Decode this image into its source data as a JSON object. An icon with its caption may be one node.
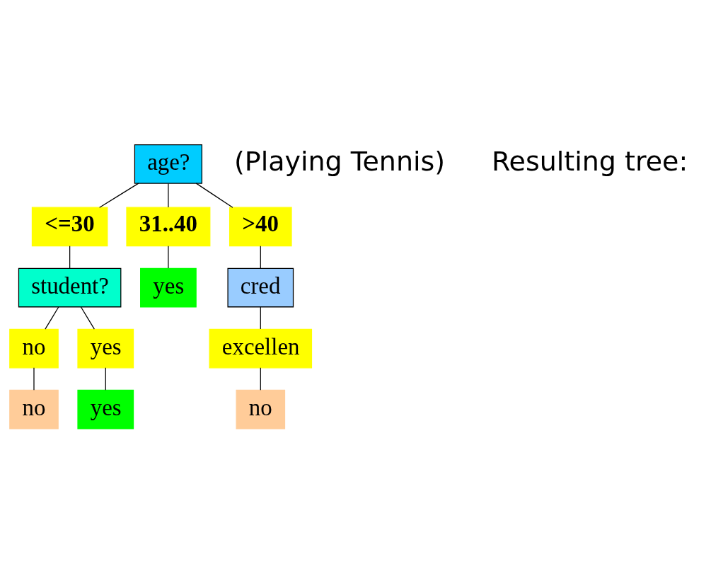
{
  "diagram": {
    "nodes": [
      {
        "text": [
          "age?"
        ]
      },
      {
        "text": [
          "<=30"
        ]
      },
      {
        "text": [
          "31..40"
        ]
      },
      {
        "text": [
          ">40"
        ]
      },
      {
        "text": [
          "student?"
        ]
      },
      {
        "text": [
          "yes"
        ]
      },
      {
        "text": [
          "cred"
        ]
      },
      {
        "text": [
          "no"
        ]
      },
      {
        "text": [
          "yes"
        ]
      },
      {
        "text": [
          "excellen"
        ]
      },
      {
        "text": [
          "no"
        ]
      },
      {
        "text": [
          "yes"
        ]
      },
      {
        "text": [
          "no"
        ]
      }
    ],
    "edges": [
      {
        "from": 0,
        "to": 1,
        "arrow": "none"
      },
      {
        "from": 0,
        "to": 2,
        "arrow": "none"
      },
      {
        "from": 0,
        "to": 3,
        "arrow": "none"
      },
      {
        "from": 1,
        "to": 4,
        "arrow": "none"
      },
      {
        "from": 2,
        "to": 5,
        "arrow": "none"
      },
      {
        "from": 3,
        "to": 6,
        "arrow": "none"
      },
      {
        "from": 4,
        "to": 7,
        "arrow": "none"
      },
      {
        "from": 4,
        "to": 8,
        "arrow": "none"
      },
      {
        "from": 6,
        "to": 9,
        "arrow": "none"
      },
      {
        "from": 7,
        "to": 10,
        "arrow": "none"
      },
      {
        "from": 8,
        "to": 11,
        "arrow": "none"
      },
      {
        "from": 9,
        "to": 12,
        "arrow": "none"
      }
    ],
    "labels": [
      "(Playing Tennis)",
      "Resulting tree:"
    ]
  }
}
